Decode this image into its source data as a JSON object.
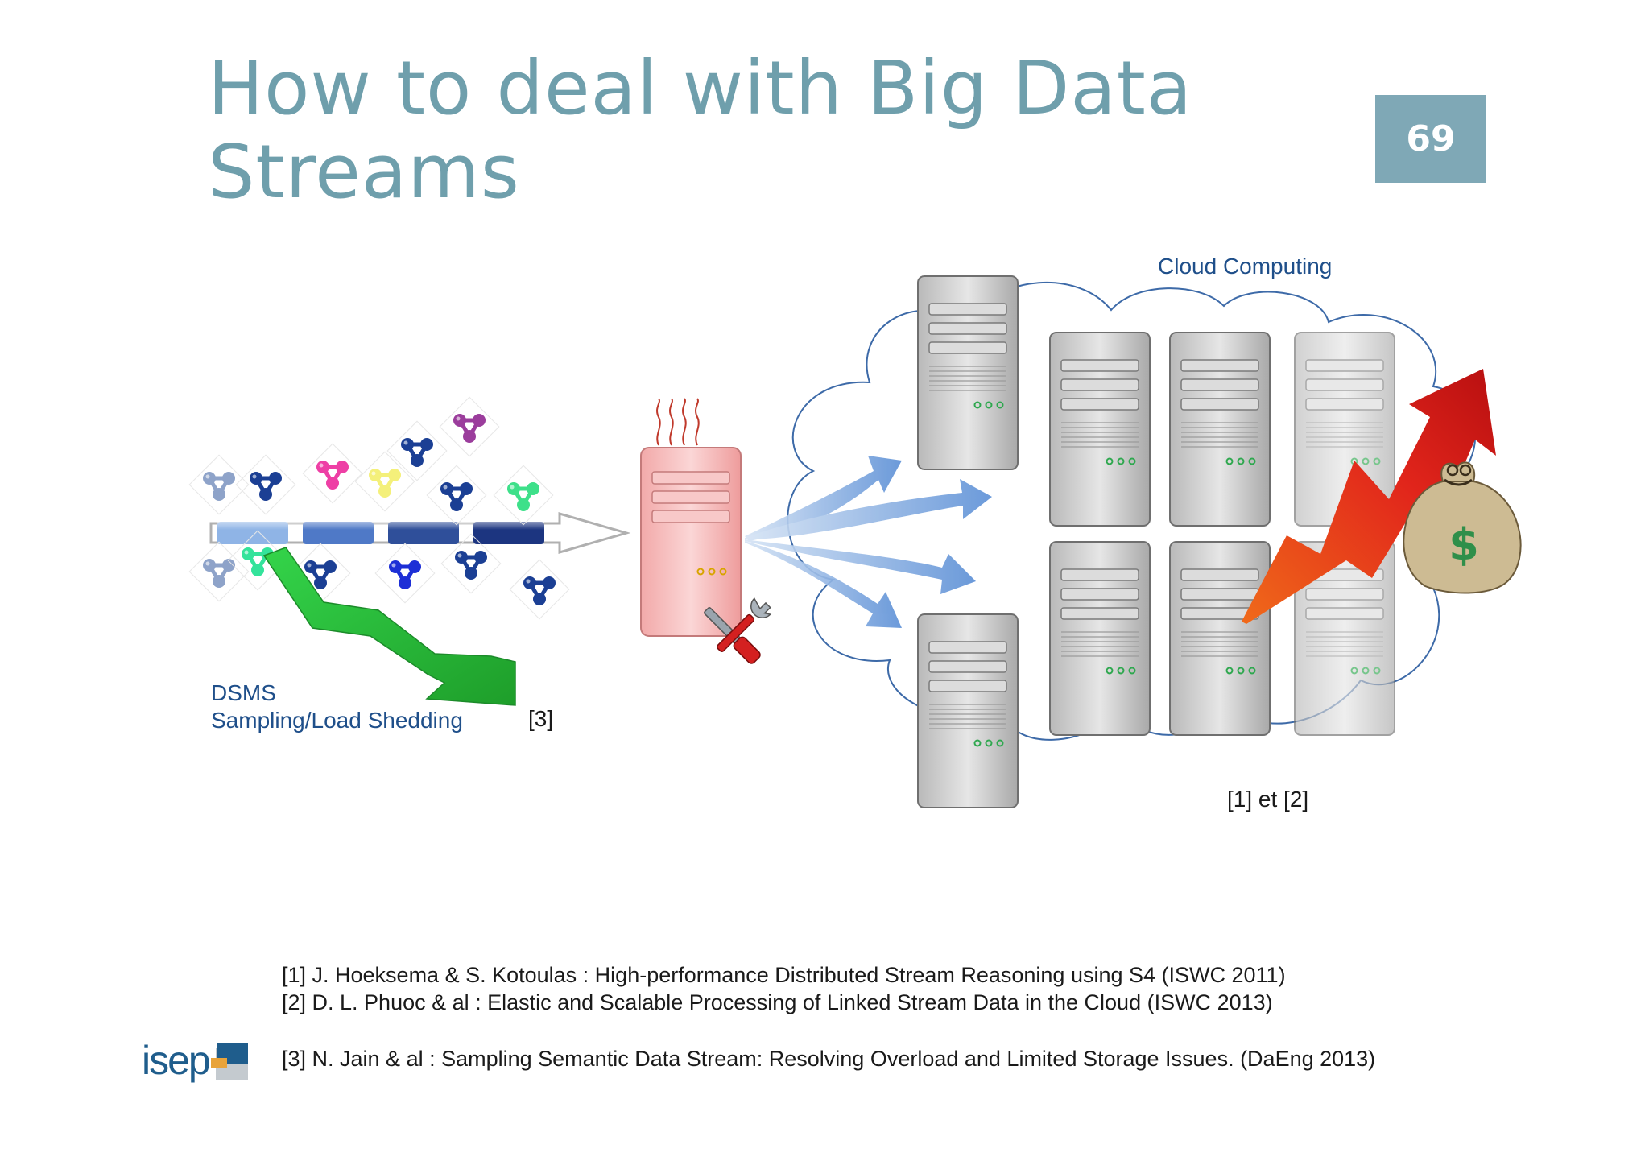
{
  "slide": {
    "title": "How to deal with Big Data Streams",
    "number": "69",
    "accent_color": "#7fa8b6",
    "title_color": "#6f9fac"
  },
  "diagram": {
    "dsms_label_line1": "DSMS",
    "dsms_label_line2": "Sampling/Load Shedding",
    "ref3_marker": "[3]",
    "cloud_label": "Cloud Computing",
    "cloud_ref_marker": "[1] et [2]"
  },
  "references": [
    "[1] J. Hoeksema & S. Kotoulas : High-performance Distributed Stream Reasoning using S4 (ISWC 2011)",
    "[2] D. L. Phuoc & al : Elastic and Scalable Processing of Linked Stream Data in the Cloud (ISWC 2013)",
    "[3] N. Jain & al : Sampling Semantic Data Stream: Resolving Overload and Limited Storage Issues. (DaEng 2013)"
  ],
  "logo": {
    "text": "isep"
  }
}
